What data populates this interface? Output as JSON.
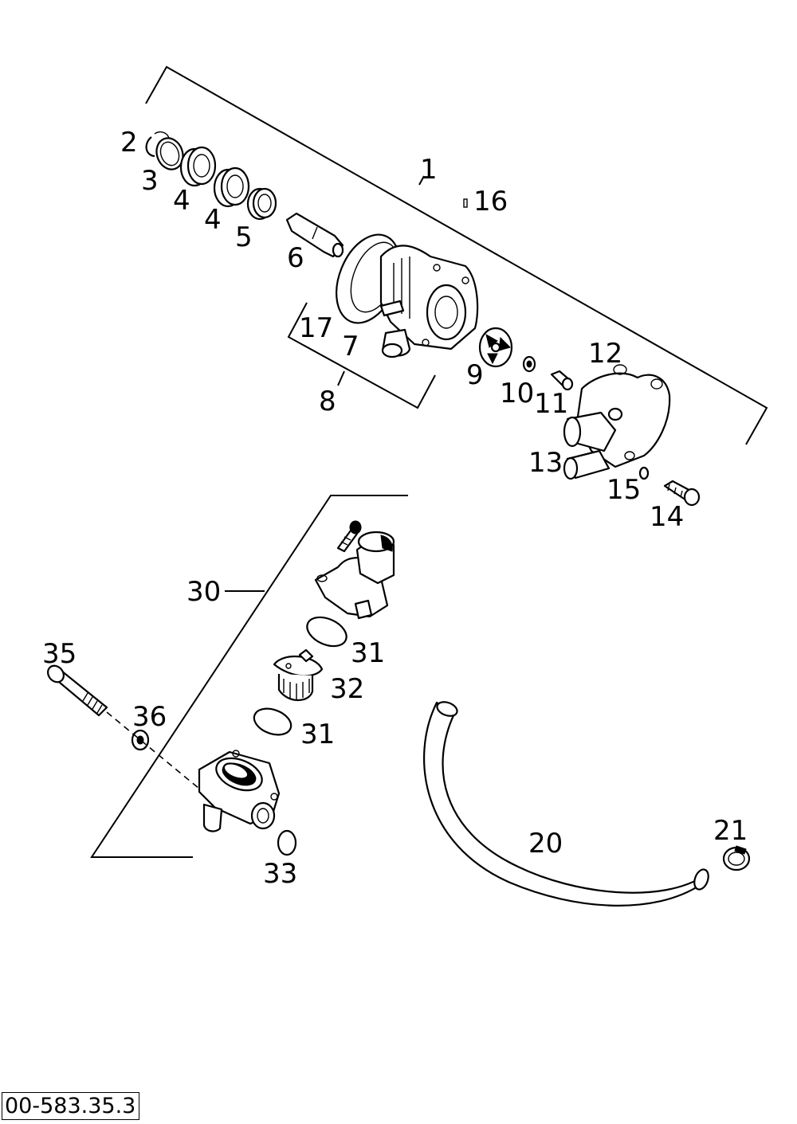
{
  "drawing_number": "00-583.35.3",
  "callouts": {
    "c1": "1",
    "c2": "2",
    "c3": "3",
    "c4a": "4",
    "c4b": "4",
    "c5": "5",
    "c6": "6",
    "c7": "7",
    "c8": "8",
    "c9": "9",
    "c10": "10",
    "c11": "11",
    "c12": "12",
    "c13": "13",
    "c14": "14",
    "c15": "15",
    "c16": "16",
    "c17": "17",
    "c20": "20",
    "c21": "21",
    "c30": "30",
    "c31a": "31",
    "c31b": "31",
    "c32": "32",
    "c33": "33",
    "c35": "35",
    "c36": "36"
  }
}
